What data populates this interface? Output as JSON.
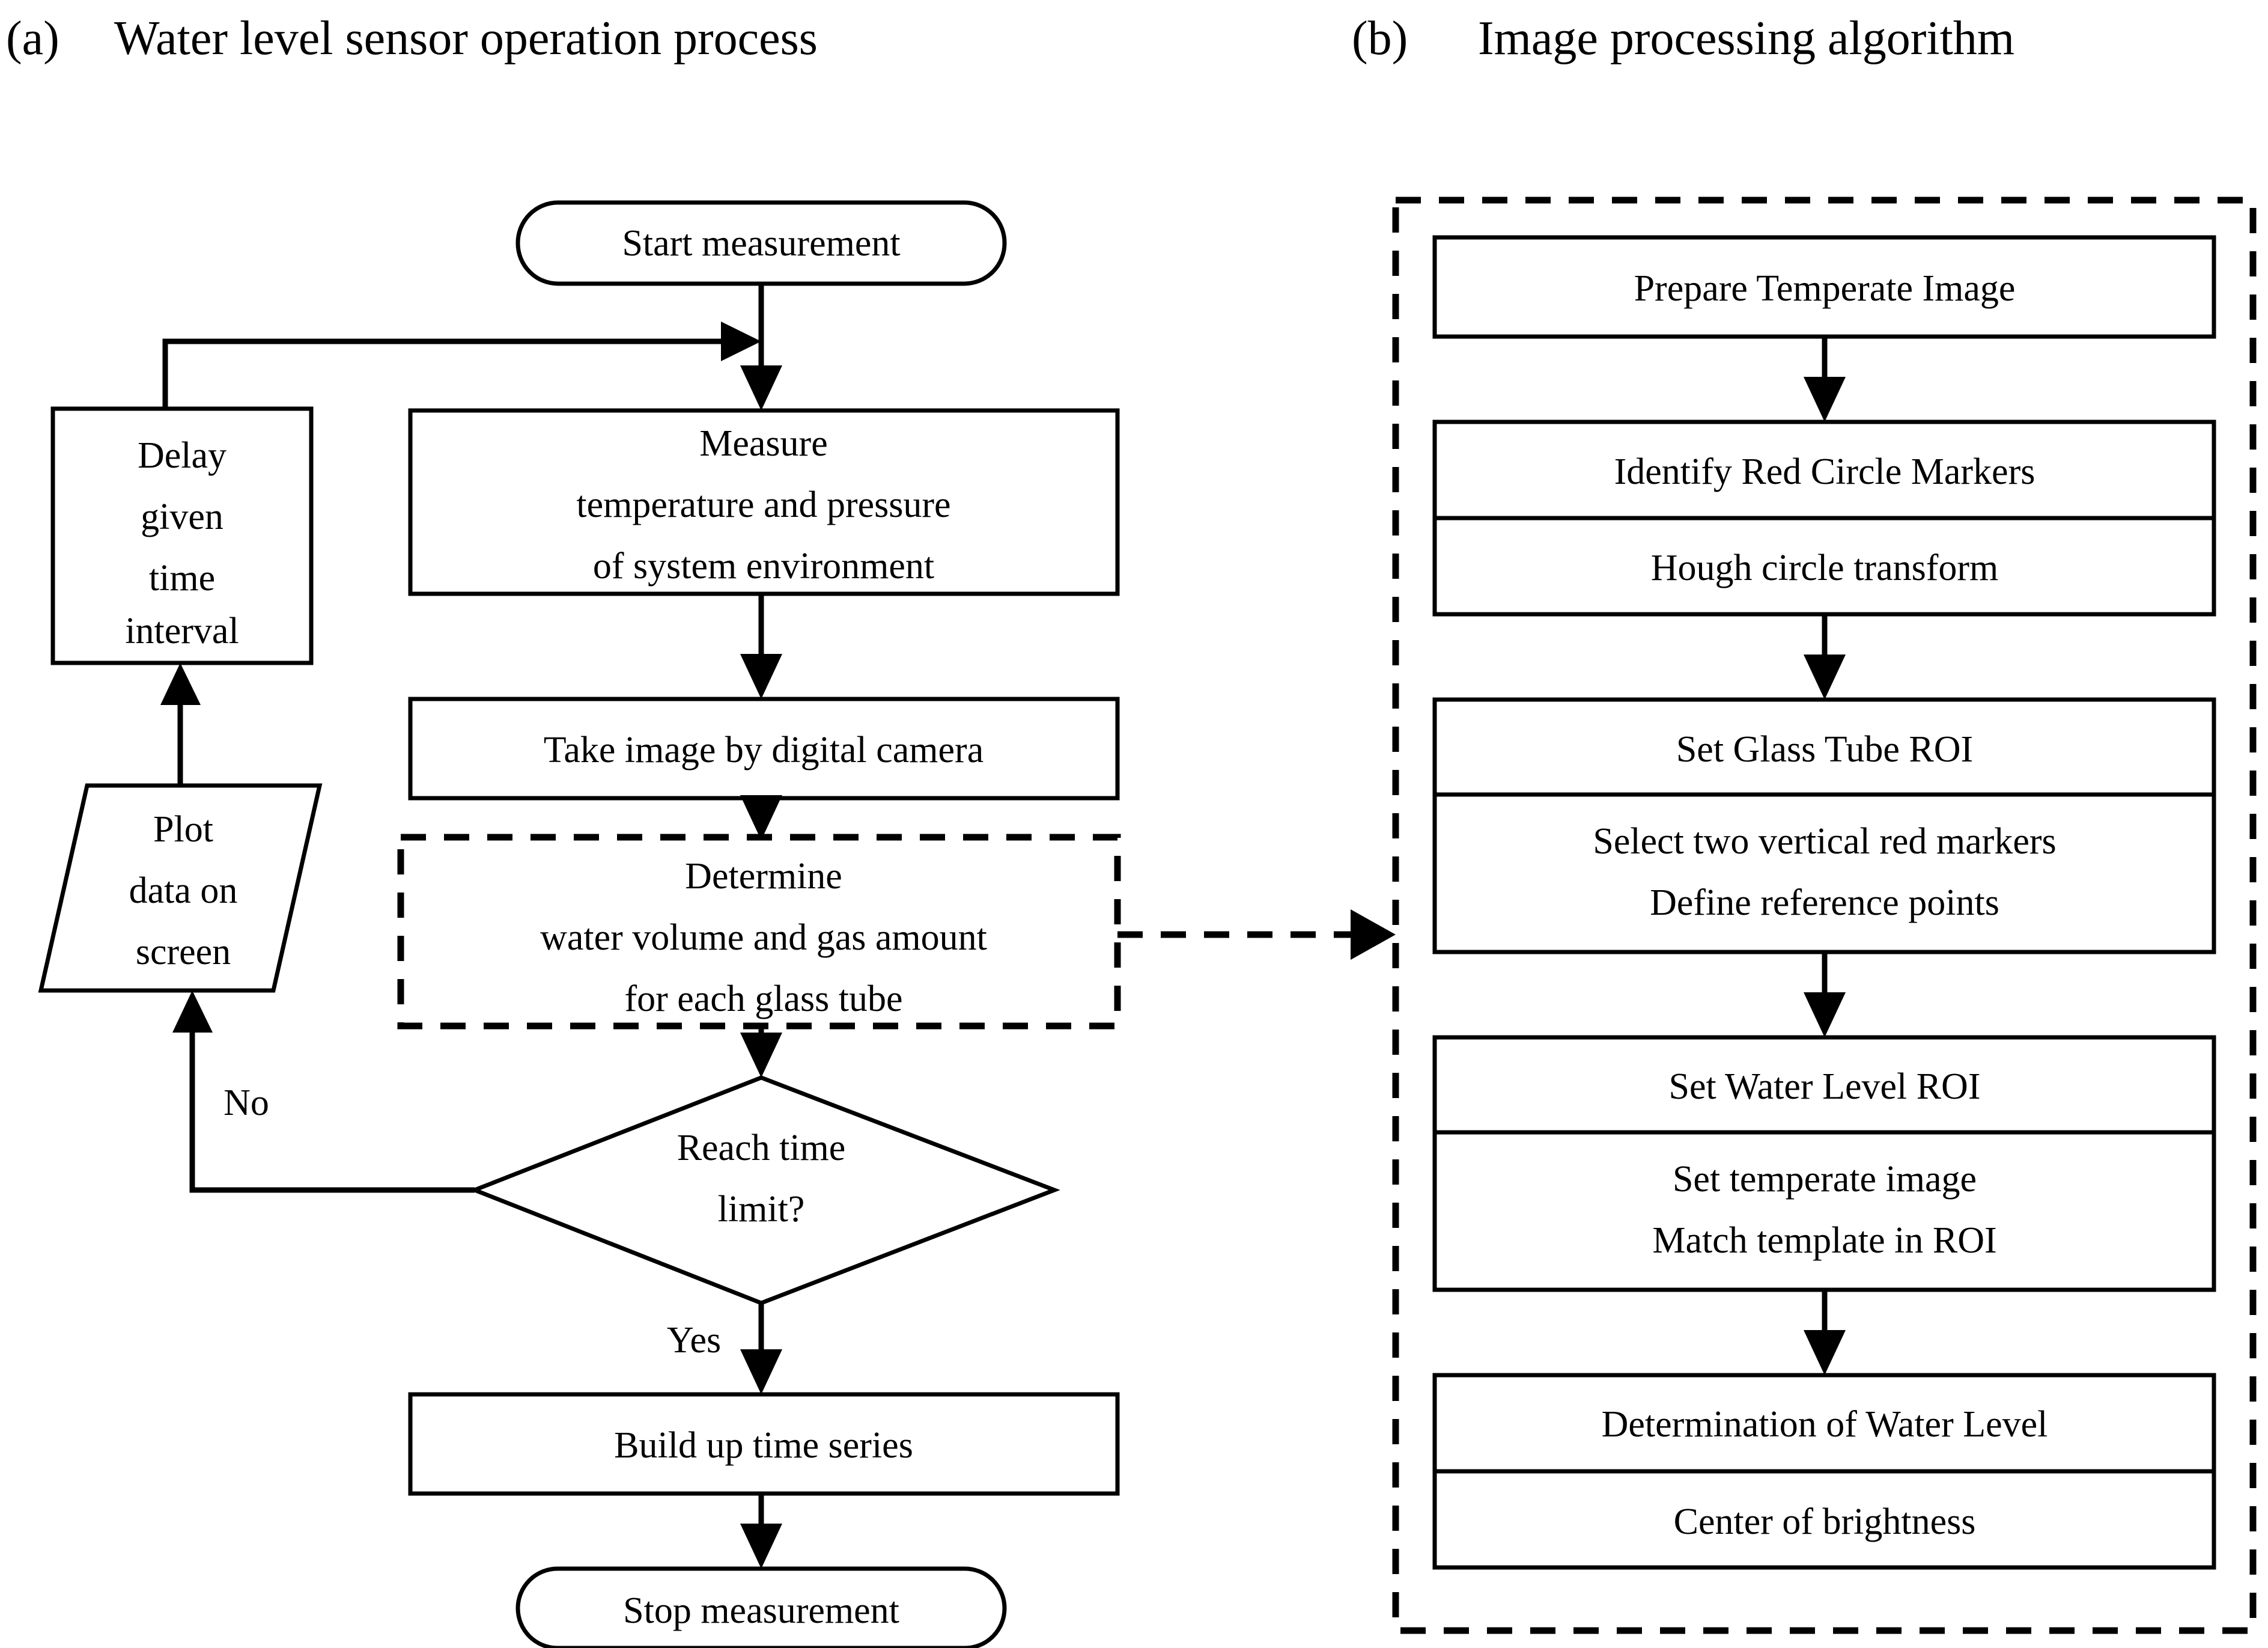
{
  "figure": {
    "panel_a": {
      "label": "(a)",
      "title": "Water level sensor operation process",
      "nodes": {
        "start": "Start measurement",
        "measure_l1": "Measure",
        "measure_l2": "temperature and pressure",
        "measure_l3": "of system environment",
        "take_image": "Take image by digital camera",
        "determine_l1": "Determine",
        "determine_l2": "water volume and gas amount",
        "determine_l3": "for each glass tube",
        "decision_l1": "Reach time",
        "decision_l2": "limit?",
        "build": "Build up time series",
        "stop": "Stop measurement",
        "delay_l1": "Delay",
        "delay_l2": "given",
        "delay_l3": "time",
        "delay_l4": "interval",
        "plot_l1": "Plot",
        "plot_l2": "data on",
        "plot_l3": "screen"
      },
      "edge_labels": {
        "no": "No",
        "yes": "Yes"
      }
    },
    "panel_b": {
      "label": "(b)",
      "title": "Image processing algorithm",
      "groups": [
        {
          "header": "Prepare Temperate Image",
          "rows": []
        },
        {
          "header": "Identify Red Circle Markers",
          "rows": [
            "Hough circle transform"
          ]
        },
        {
          "header": "Set Glass Tube ROI",
          "rows": [
            "Select two vertical red markers",
            "Define reference points"
          ]
        },
        {
          "header": "Set Water Level ROI",
          "rows": [
            "Set temperate image",
            "Match template in ROI"
          ]
        },
        {
          "header": "Determination of Water Level",
          "rows": [
            "Center of brightness"
          ]
        }
      ]
    },
    "colors": {
      "stroke": "#000000",
      "fill": "#ffffff",
      "background": "#ffffff"
    }
  }
}
